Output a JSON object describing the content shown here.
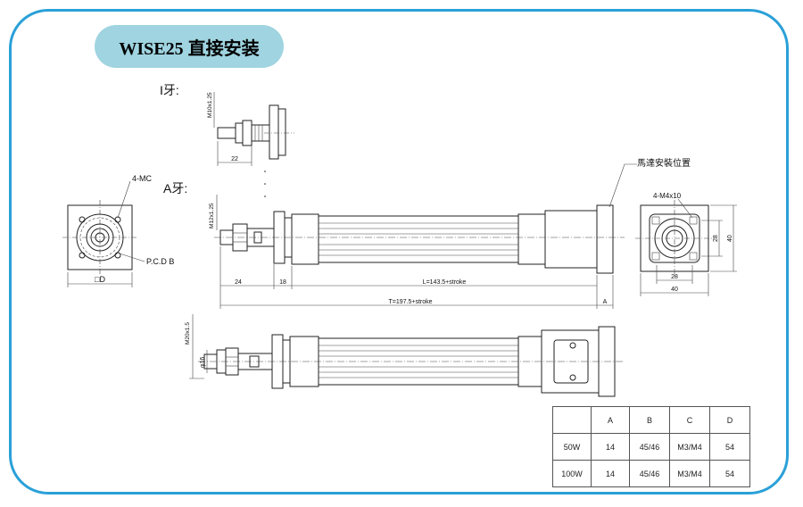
{
  "title": "WISE25  直接安装",
  "labels": {
    "i_thread": "I牙:",
    "a_thread": "A牙:",
    "motor_position": "馬達安裝位置",
    "mc": "4-MC",
    "pcd": "P.C.D B",
    "d_square": "□D",
    "m4": "4-M4x10"
  },
  "dims": {
    "m10": "M10x1.25",
    "m12": "M12x1.25",
    "m20": "M20x1.5",
    "d22": "22",
    "d24": "24",
    "d18": "18",
    "dia16": "φ16",
    "l_len": "L=143.5+stroke",
    "t_len": "T=197.5+stroke",
    "a": "A",
    "w28": "28",
    "w40": "40",
    "h28": "28",
    "h40": "40"
  },
  "table": {
    "headers": [
      "",
      "A",
      "B",
      "C",
      "D"
    ],
    "rows": [
      [
        "50W",
        "14",
        "45/46",
        "M3/M4",
        "54"
      ],
      [
        "100W",
        "14",
        "45/46",
        "M3/M4",
        "54"
      ]
    ]
  },
  "colors": {
    "frame": "#2aa0d8",
    "pill": "#9fd4e0"
  }
}
